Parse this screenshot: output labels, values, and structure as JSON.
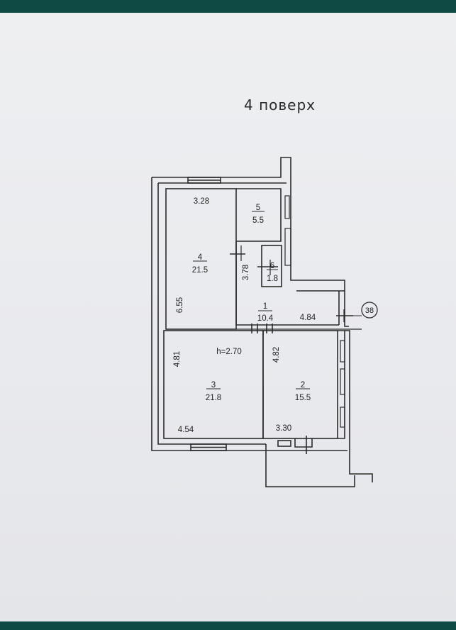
{
  "plan": {
    "floor_title": "4 поверх",
    "height_note": "h=2.70",
    "marker": "38",
    "rooms": [
      {
        "id": "1",
        "area": "10.4"
      },
      {
        "id": "2",
        "area": "15.5"
      },
      {
        "id": "3",
        "area": "21.8"
      },
      {
        "id": "4",
        "area": "21.5"
      },
      {
        "id": "5",
        "area": "5.5"
      },
      {
        "id": "6",
        "area": "1.8"
      }
    ],
    "dimensions": {
      "room4_top": "3.28",
      "room4_side": "6.55",
      "room5_6_side": "3.78",
      "room1_width": "4.84",
      "room3_side": "4.81",
      "room2_side": "4.82",
      "room3_bottom": "4.54",
      "room2_bottom": "3.30"
    }
  }
}
